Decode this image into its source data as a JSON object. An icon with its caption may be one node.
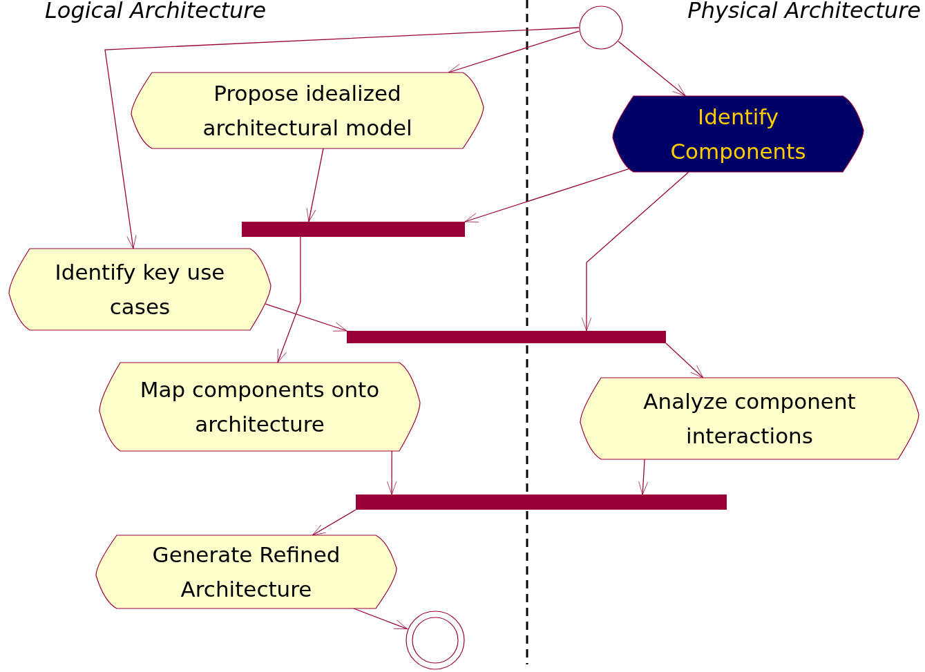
{
  "diagram": {
    "nodes": [
      {
        "text": [],
        "shape": "circle"
      },
      {
        "text": [
          "Propose idealized architectural model"
        ]
      },
      {
        "text": [
          "Identify Components"
        ]
      },
      {
        "text": [],
        "shape": "bar"
      },
      {
        "text": [
          "Identify key use cases"
        ]
      },
      {
        "text": [],
        "shape": "bar"
      },
      {
        "text": [
          "Map components onto architecture"
        ]
      },
      {
        "text": [
          "Analyze component interactions"
        ]
      },
      {
        "text": [],
        "shape": "bar"
      },
      {
        "text": [
          "Generate Refined Architecture"
        ]
      },
      {
        "text": [],
        "shape": "bullseye"
      }
    ],
    "edges": [
      {
        "from": 0,
        "to": 1,
        "arrow": "to"
      },
      {
        "from": 0,
        "to": 4,
        "arrow": "to"
      },
      {
        "from": 0,
        "to": 2,
        "arrow": "to"
      },
      {
        "from": 1,
        "to": 3,
        "arrow": "to"
      },
      {
        "from": 2,
        "to": 3,
        "arrow": "to"
      },
      {
        "from": 3,
        "to": 6,
        "arrow": "to"
      },
      {
        "from": 4,
        "to": 5,
        "arrow": "to"
      },
      {
        "from": 2,
        "to": 5,
        "arrow": "to"
      },
      {
        "from": 5,
        "to": 7,
        "arrow": "to"
      },
      {
        "from": 6,
        "to": 8,
        "arrow": "to"
      },
      {
        "from": 7,
        "to": 8,
        "arrow": "to"
      },
      {
        "from": 8,
        "to": 9,
        "arrow": "to"
      },
      {
        "from": 9,
        "to": 10,
        "arrow": "to"
      }
    ],
    "labels": [
      "Logical Architecture",
      "Physical Architecture"
    ]
  }
}
